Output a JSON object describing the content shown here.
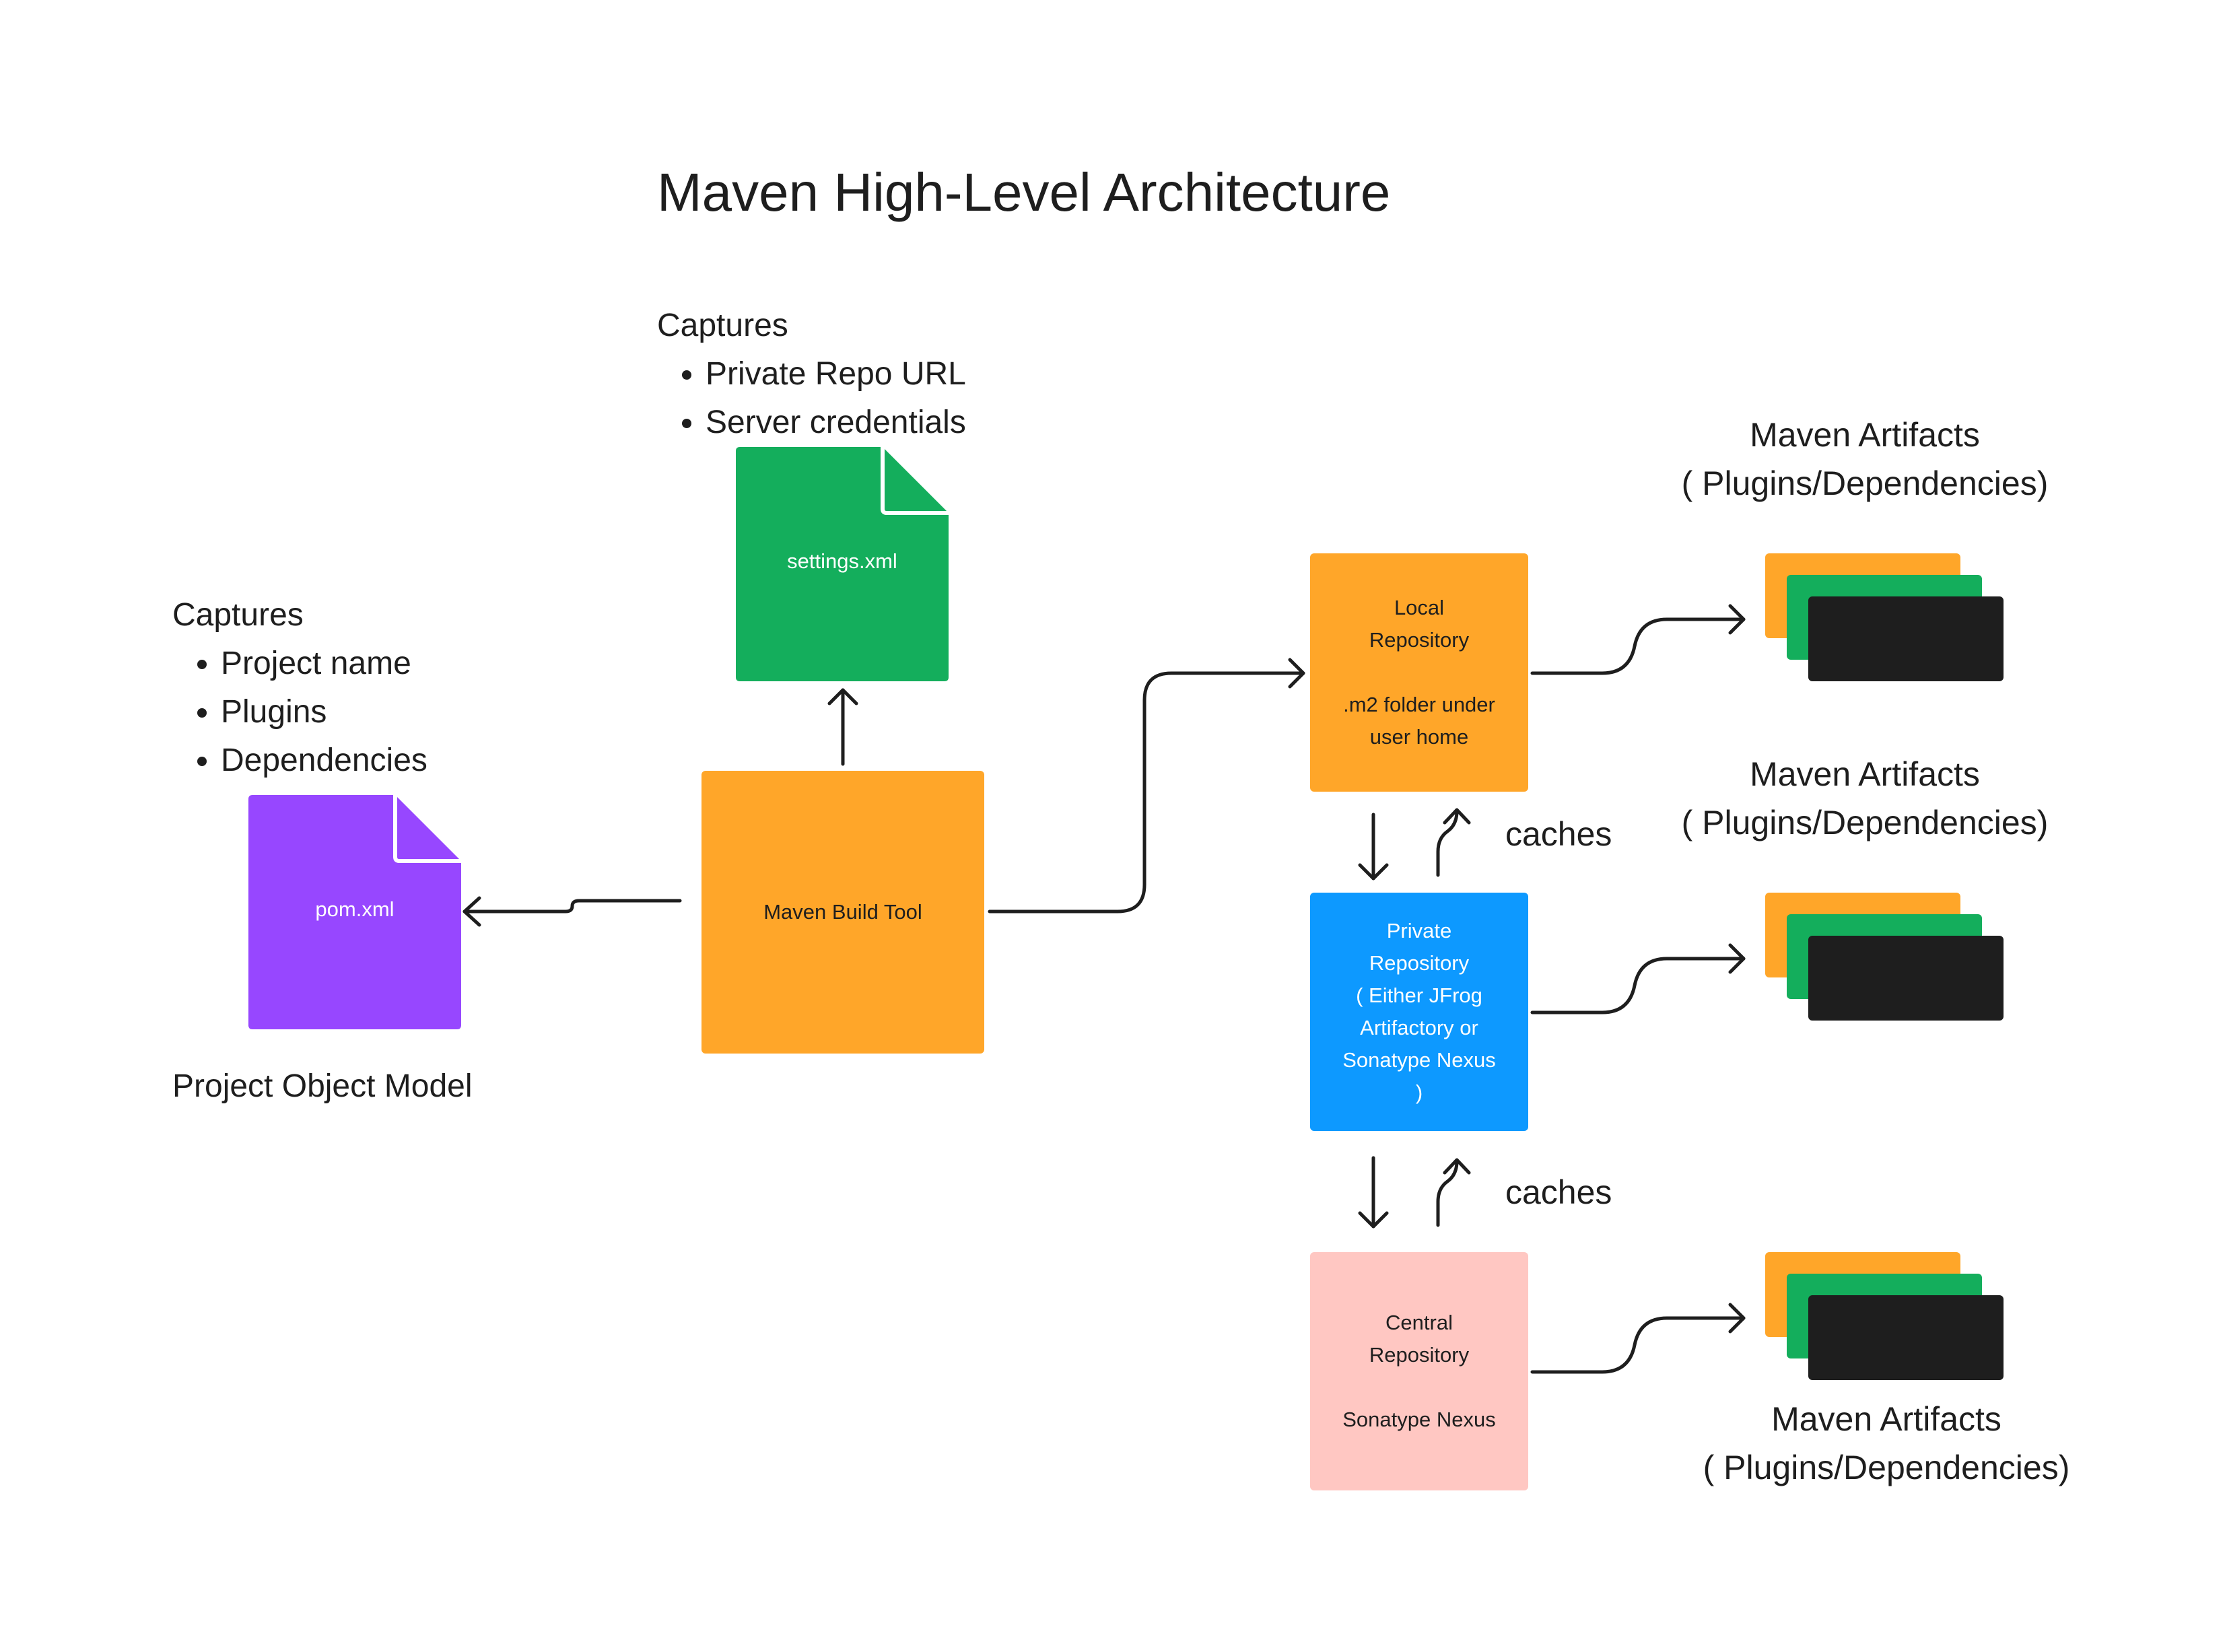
{
  "title": "Maven High-Level Architecture",
  "pom_note": {
    "heading": "Captures",
    "items": [
      "Project name",
      "Plugins",
      "Dependencies"
    ]
  },
  "settings_note": {
    "heading": "Captures",
    "items": [
      "Private Repo URL",
      "Server credentials"
    ]
  },
  "pom_doc": {
    "label": "pom.xml",
    "caption": "Project Object Model",
    "color": "#9747ff"
  },
  "settings_doc": {
    "label": "settings.xml",
    "color": "#14ae5c"
  },
  "build_tool": {
    "label": "Maven Build Tool",
    "color": "#ffa629"
  },
  "local_repo": {
    "line1": "Local",
    "line2": "Repository",
    "line3": ".m2 folder under",
    "line4": "user home",
    "color": "#ffa629"
  },
  "private_repo": {
    "lines": [
      "Private",
      "Repository",
      "( Either JFrog",
      "Artifactory or",
      "Sonatype Nexus",
      ")"
    ],
    "color": "#0d99ff"
  },
  "central_repo": {
    "line1": "Central",
    "line2": "Repository",
    "line3": "Sonatype Nexus",
    "color": "#ffc7c2"
  },
  "caches_label": "caches",
  "artifacts": {
    "line1": "Maven Artifacts",
    "line2": "( Plugins/Dependencies)",
    "colors": [
      "#ffa629",
      "#14ae5c",
      "#1e1e1e"
    ]
  }
}
